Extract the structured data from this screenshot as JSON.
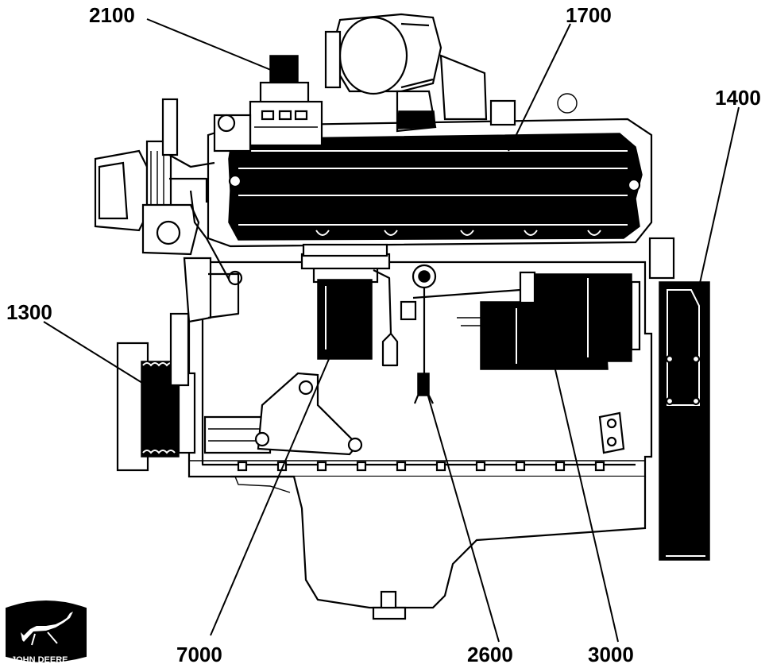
{
  "figure": {
    "brand": "JOHN DEERE",
    "callouts": [
      {
        "id": "2100",
        "label": "2100"
      },
      {
        "id": "1700",
        "label": "1700"
      },
      {
        "id": "1400",
        "label": "1400"
      },
      {
        "id": "1300",
        "label": "1300"
      },
      {
        "id": "7000",
        "label": "7000"
      },
      {
        "id": "2600",
        "label": "2600"
      },
      {
        "id": "3000",
        "label": "3000"
      }
    ]
  }
}
